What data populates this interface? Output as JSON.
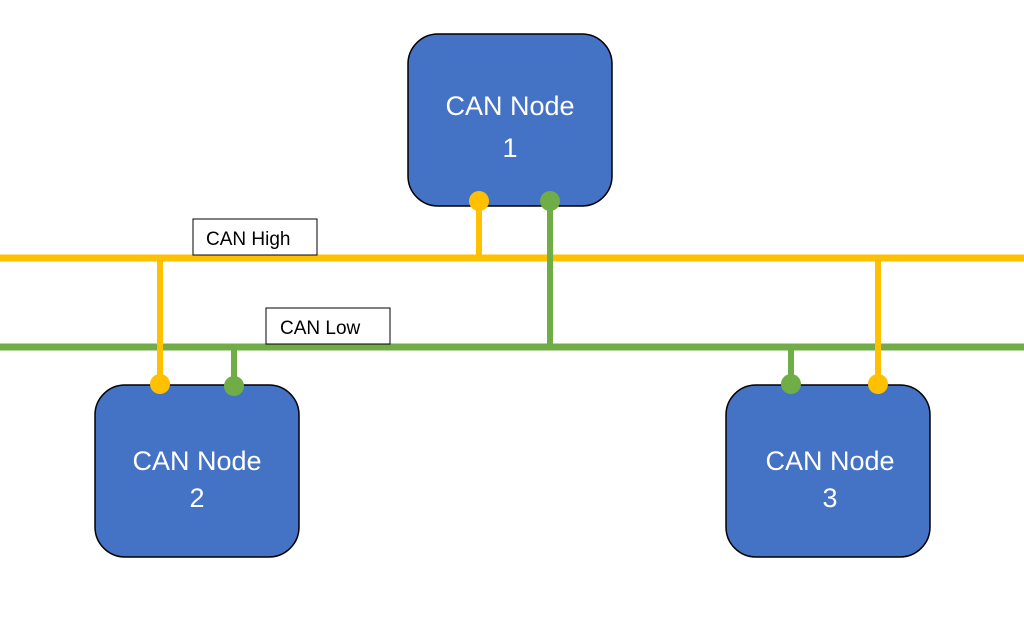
{
  "colors": {
    "can_high": "#FFC000",
    "can_low": "#70AD47",
    "node_fill": "#4472C4",
    "node_stroke": "#000000"
  },
  "buses": {
    "high": {
      "label": "CAN High"
    },
    "low": {
      "label": "CAN Low"
    }
  },
  "nodes": [
    {
      "line1": "CAN Node",
      "line2": "1"
    },
    {
      "line1": "CAN Node",
      "line2": "2"
    },
    {
      "line1": "CAN Node",
      "line2": "3"
    }
  ]
}
